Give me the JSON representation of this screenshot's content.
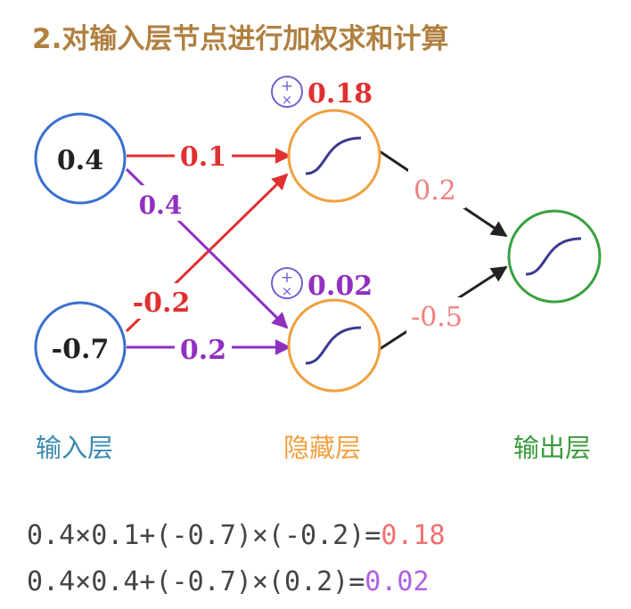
{
  "title": "2.对输入层节点进行加权求和计算",
  "input_nodes": [
    "0.4",
    "-0.7"
  ],
  "edge_weights": {
    "in1_h1": "0.1",
    "in1_h2": "0.4",
    "in2_h1": "-0.2",
    "in2_h2": "0.2",
    "h1_out": "0.2",
    "h2_out": "-0.5"
  },
  "hidden_sums": [
    "0.18",
    "0.02"
  ],
  "layer_labels": {
    "input": "输入层",
    "hidden": "隐藏层",
    "output": "输出层"
  },
  "equations": [
    {
      "expr": "0.4×0.1+(-0.7)×(-0.2)=",
      "result": "0.18"
    },
    {
      "expr": "0.4×0.4+(-0.7)×(0.2)=",
      "result": "0.02"
    }
  ],
  "colors": {
    "title": "#b08040",
    "input_node": "#3a6fd0",
    "hidden_node": "#f0a040",
    "output_node": "#3aa040",
    "red": "#e03030",
    "purple": "#9030c0",
    "pink": "#f08080",
    "sum_icon": "#7060d0",
    "input_label": "#3a8ab0",
    "hidden_label": "#f0a040",
    "output_label": "#3a9a3a"
  },
  "icons": {
    "sum": "plus-times-icon",
    "activation": "sigmoid-curve-icon"
  }
}
